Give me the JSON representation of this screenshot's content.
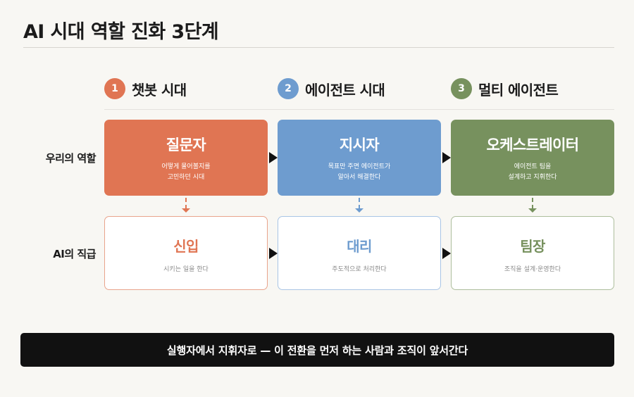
{
  "title": "AI 시대 역할 진화 3단계",
  "colors": {
    "stage1": "#e07553",
    "stage2": "#6e9ccf",
    "stage3": "#77915e",
    "banner": "#111111",
    "background": "#f8f7f3"
  },
  "stages": [
    {
      "number": "1",
      "label": "챗봇 시대"
    },
    {
      "number": "2",
      "label": "에이전트 시대"
    },
    {
      "number": "3",
      "label": "멀티 에이전트"
    }
  ],
  "row_labels": {
    "role": "우리의 역할",
    "rank": "AI의 직급"
  },
  "roles": [
    {
      "title": "질문자",
      "desc_line1": "어떻게 물어볼지를",
      "desc_line2": "고민하던 시대"
    },
    {
      "title": "지시자",
      "desc_line1": "목표만 주면 에이전트가",
      "desc_line2": "알아서 해결한다"
    },
    {
      "title": "오케스트레이터",
      "desc_line1": "에이전트 팀을",
      "desc_line2": "설계하고 지휘한다"
    }
  ],
  "ranks": [
    {
      "title": "신입",
      "desc": "시키는 일을 한다"
    },
    {
      "title": "대리",
      "desc": "주도적으로 처리한다"
    },
    {
      "title": "팀장",
      "desc": "조직을 설계·운영한다"
    }
  ],
  "banner": "실행자에서 지휘자로 — 이 전환을 먼저 하는 사람과 조직이 앞서간다"
}
